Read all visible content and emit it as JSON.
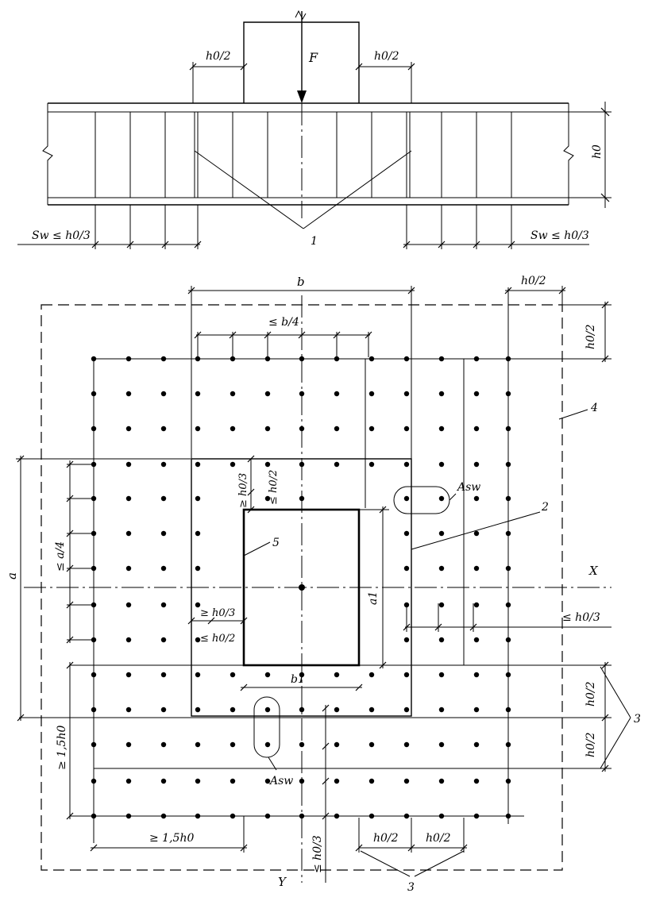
{
  "elevation": {
    "force_label": "F",
    "dim_h0_half_left": "h0/2",
    "dim_h0_half_right": "h0/2",
    "dim_h0": "h0",
    "spacing_left": "Sw ≤ h0/3",
    "spacing_right": "Sw ≤ h0/3",
    "callout_1": "1"
  },
  "plan": {
    "dim_b": "b",
    "dim_b_quarter": "≤ b/4",
    "dim_h0_half_top_right": "h0/2",
    "dim_h0_half_right_top": "h0/2",
    "callout_4": "4",
    "callout_2": "2",
    "callout_5": "5",
    "dim_a": "a",
    "dim_a_quarter": "≤ a/4",
    "dim_h0_third_vertical": "≥ h0/3",
    "dim_h0_half_vertical": "≤ h0/2",
    "dim_h0_third_horizontal": "≥ h0/3",
    "dim_h0_half_horizontal": "≤ h0/2",
    "asw_top": "Asw",
    "asw_bottom": "Asw",
    "axis_x": "X",
    "axis_y": "Y",
    "dim_a1": "a1",
    "dim_b1": "b1",
    "dim_h0_third_right": "≤ h0/3",
    "dim_h0_half_right_1": "h0/2",
    "dim_h0_half_right_2": "h0/2",
    "callout_3_right": "3",
    "dim_1_5h0_vertical": "≥ 1,5h0",
    "dim_1_5h0_horizontal": "≥ 1,5h0",
    "dim_h0_third_bottom": "≤ h0/3",
    "dim_h0_half_bottom_1": "h0/2",
    "dim_h0_half_bottom_2": "h0/2",
    "callout_3_bottom": "3"
  }
}
